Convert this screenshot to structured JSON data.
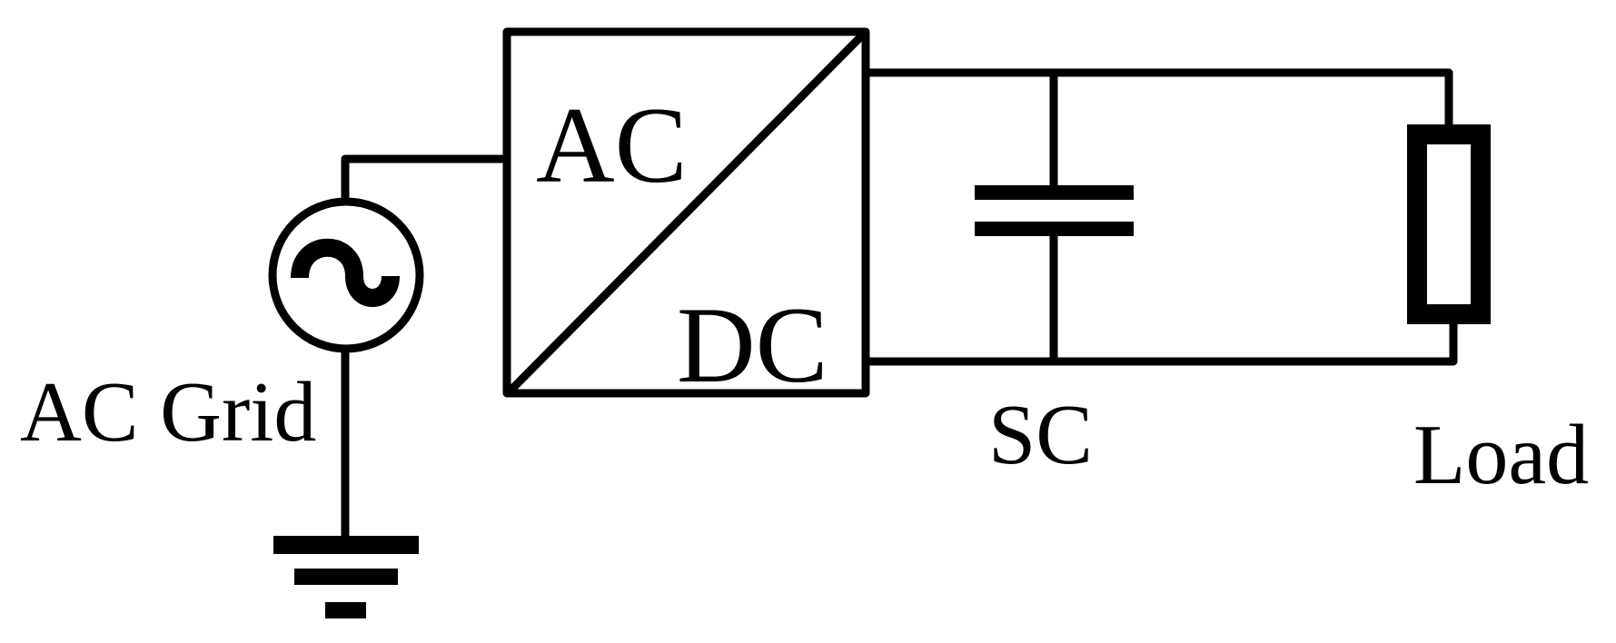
{
  "diagram": {
    "converter": {
      "top_label": "AC",
      "bottom_label": "DC"
    },
    "source_label": "AC Grid",
    "capacitor_label": "SC",
    "load_label": "Load",
    "colors": {
      "line": "#000000",
      "background": "#ffffff"
    },
    "icons": {
      "source": "ac-source-icon",
      "ground": "ground-icon",
      "capacitor": "capacitor-icon",
      "load": "resistor-icon"
    }
  }
}
